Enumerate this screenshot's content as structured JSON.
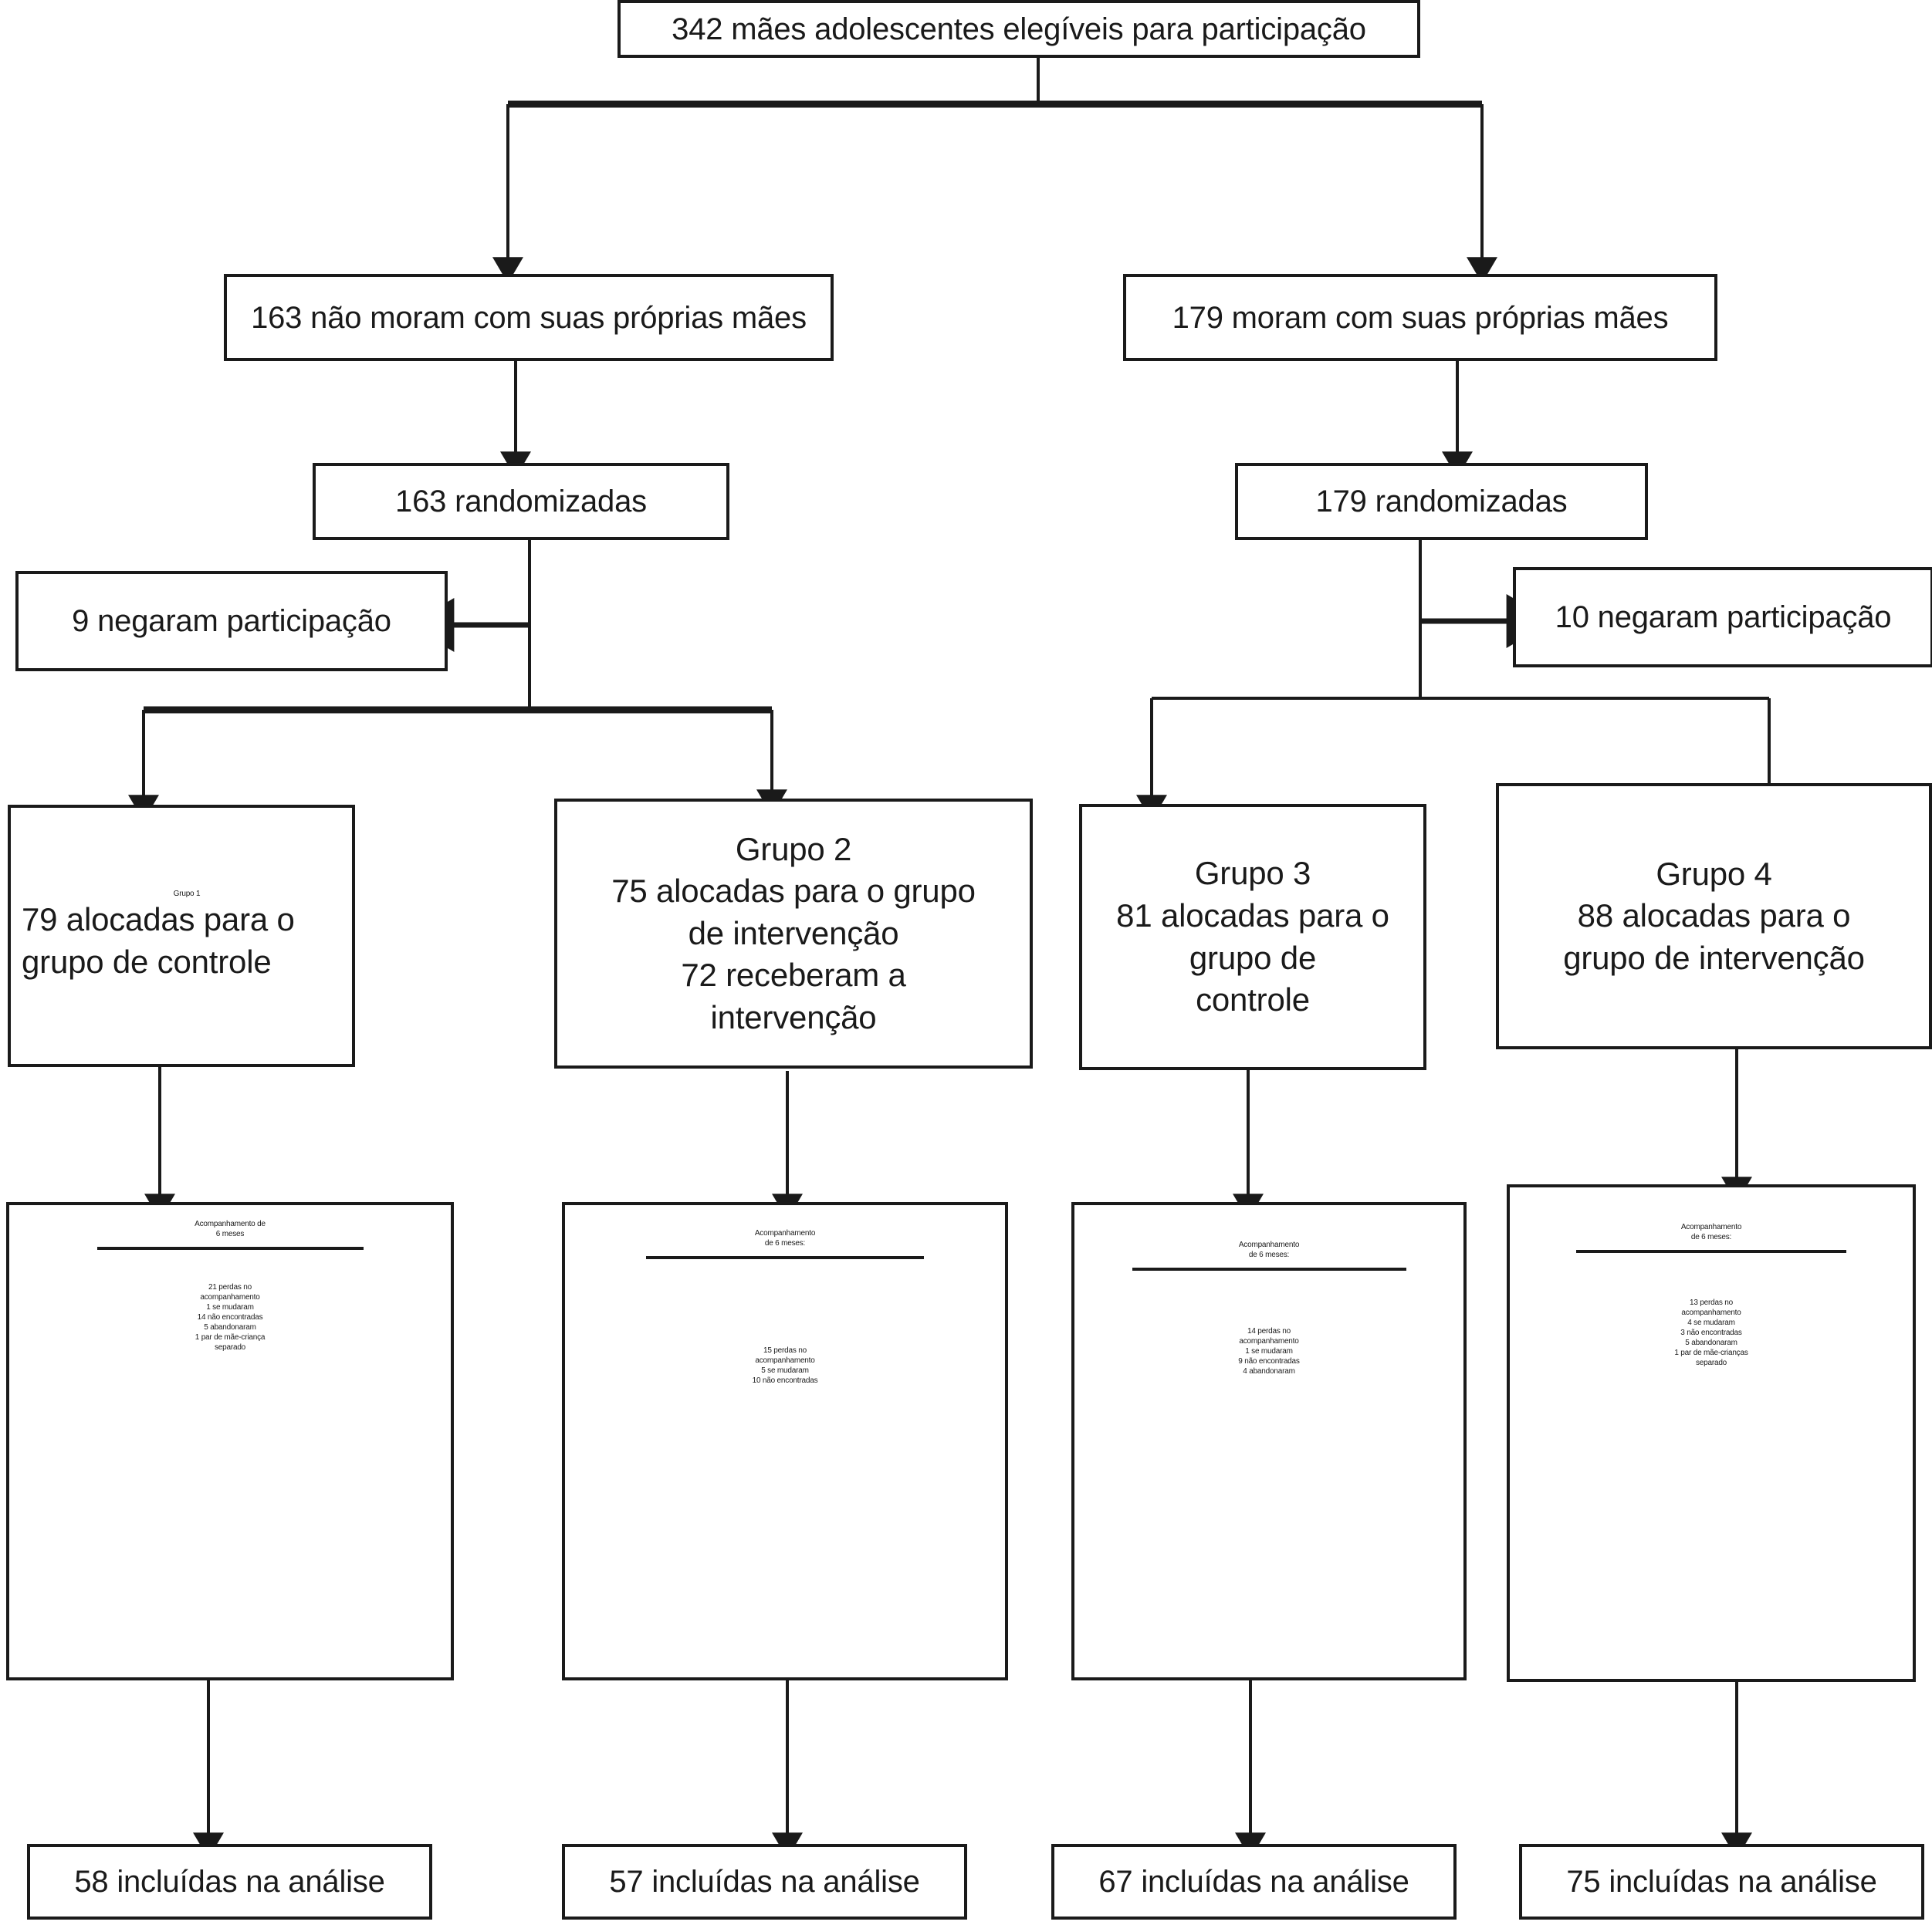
{
  "diagram": {
    "type": "flowchart",
    "title": "Fluxograma de participantes do estudo",
    "language": "pt-BR",
    "colors": {
      "stroke": "#1a1a1a",
      "background": "#ffffff",
      "text": "#1a1a1a"
    }
  },
  "nodes": {
    "eligible": {
      "label": "342 mães adolescentes elegíveis para participação",
      "count": 342
    },
    "not_living": {
      "label": "163 não moram com suas próprias mães",
      "count": 163
    },
    "living": {
      "label": "179 moram com suas próprias mães",
      "count": 179
    },
    "rand_left": {
      "label": "163 randomizadas",
      "count": 163
    },
    "rand_right": {
      "label": "179 randomizadas",
      "count": 179
    },
    "refused_left": {
      "label": "9 negaram participação",
      "count": 9
    },
    "refused_right": {
      "label": "10 negaram participação",
      "count": 10
    },
    "group1": {
      "title": "Grupo 1",
      "lines": [
        "Grupo 1",
        "79 alocadas para o",
        "grupo de controle"
      ],
      "allocated": 79,
      "arm": "controle"
    },
    "group2": {
      "title": "Grupo 2",
      "lines": [
        "Grupo 2",
        "75 alocadas para o grupo",
        "de intervenção",
        "72 receberam a",
        "intervenção"
      ],
      "allocated": 75,
      "received": 72,
      "arm": "intervenção"
    },
    "group3": {
      "title": "Grupo 3",
      "lines": [
        "Grupo 3",
        "81 alocadas para o",
        "grupo de",
        "controle"
      ],
      "allocated": 81,
      "arm": "controle"
    },
    "group4": {
      "title": "Grupo 4",
      "lines": [
        "Grupo 4",
        "88 alocadas para o",
        "grupo de intervenção"
      ],
      "allocated": 88,
      "arm": "intervenção"
    },
    "followup1": {
      "heading": [
        "Acompanhamento de",
        "6 meses"
      ],
      "body": [
        "21 perdas no",
        "acompanhamento",
        "1 se mudaram",
        "14 não encontradas",
        "5 abandonaram",
        "1 par de mãe-criança",
        "separado"
      ],
      "lost": 21
    },
    "followup2": {
      "heading": [
        "Acompanhamento",
        "de 6 meses:"
      ],
      "body": [
        "15 perdas no",
        "acompanhamento",
        "5 se mudaram",
        "10 não encontradas"
      ],
      "lost": 15
    },
    "followup3": {
      "heading": [
        "Acompanhamento",
        "de 6 meses:"
      ],
      "body": [
        "14 perdas no",
        "acompanhamento",
        "1 se mudaram",
        "9 não encontradas",
        "4 abandonaram"
      ],
      "lost": 14
    },
    "followup4": {
      "heading": [
        "Acompanhamento",
        "de 6 meses:"
      ],
      "body": [
        "13 perdas no",
        "acompanhamento",
        "4 se mudaram",
        "3 não encontradas",
        "5 abandonaram",
        "1 par de mãe-crianças",
        "separado"
      ],
      "lost": 13
    },
    "analysis1": {
      "label": "58 incluídas na análise",
      "count": 58
    },
    "analysis2": {
      "label": "57 incluídas na análise",
      "count": 57
    },
    "analysis3": {
      "label": "67 incluídas na análise",
      "count": 67
    },
    "analysis4": {
      "label": "75 incluídas na análise",
      "count": 75
    }
  }
}
